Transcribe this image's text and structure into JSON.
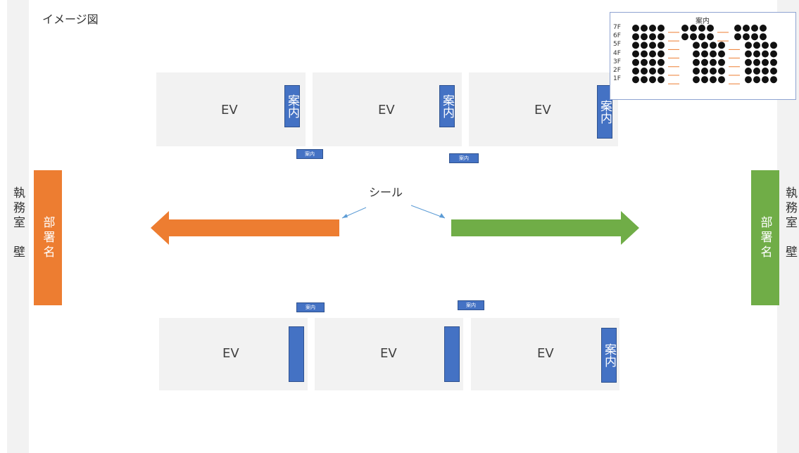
{
  "title": "イメージ図",
  "ev_label": "EV",
  "annai": "案内",
  "seal_label": "シール",
  "left": {
    "wall_text": "執務室　壁",
    "dept_name": "部署名",
    "color": "#ed7d31"
  },
  "right": {
    "wall_text": "執務室　壁",
    "dept_name": "部署名",
    "color": "#70ad47"
  },
  "directory": {
    "header": "案内",
    "floors": [
      "7F",
      "6F",
      "5F",
      "4F",
      "3F",
      "2F",
      "1F"
    ]
  },
  "colors": {
    "sign_blue": "#4472c4",
    "ev_gray": "#f2f2f2",
    "seal_line": "#5b9bd5"
  }
}
